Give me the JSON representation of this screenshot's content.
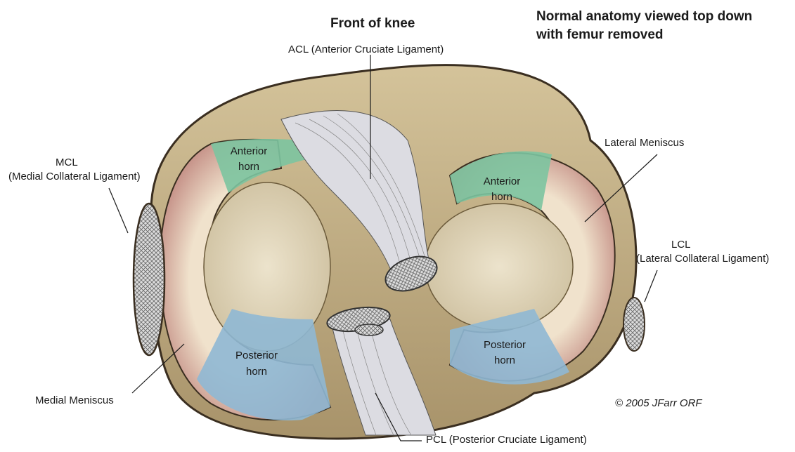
{
  "header": {
    "front_of_knee": "Front of knee",
    "view_note_line1": "Normal anatomy viewed top down",
    "view_note_line2": "with femur removed"
  },
  "labels": {
    "acl": "ACL (Anterior Cruciate Ligament)",
    "mcl_line1": "MCL",
    "mcl_line2": "(Medial Collateral Ligament)",
    "lateral_meniscus": "Lateral Meniscus",
    "lcl_line1": "LCL",
    "lcl_line2": "(Lateral Collateral Ligament)",
    "medial_meniscus": "Medial Meniscus",
    "pcl": "PCL (Posterior Cruciate Ligament)",
    "anterior_horn_medial_1": "Anterior",
    "anterior_horn_medial_2": "horn",
    "anterior_horn_lateral_1": "Anterior",
    "anterior_horn_lateral_2": "horn",
    "posterior_horn_medial_1": "Posterior",
    "posterior_horn_medial_2": "horn",
    "posterior_horn_lateral_1": "Posterior",
    "posterior_horn_lateral_2": "horn"
  },
  "copyright": "© 2005 JFarr ORF",
  "colors": {
    "tibia": "#c9b88f",
    "tibia_dark": "#8a7550",
    "meniscus": "#e8d8c0",
    "meniscus_red": "#a8686a",
    "anterior_horn": "#7cc4a0",
    "posterior_horn": "#8fb8d4",
    "plateau": "#e6dcc4",
    "ligament": "#d8d8dc",
    "outline": "#3a2e20"
  }
}
